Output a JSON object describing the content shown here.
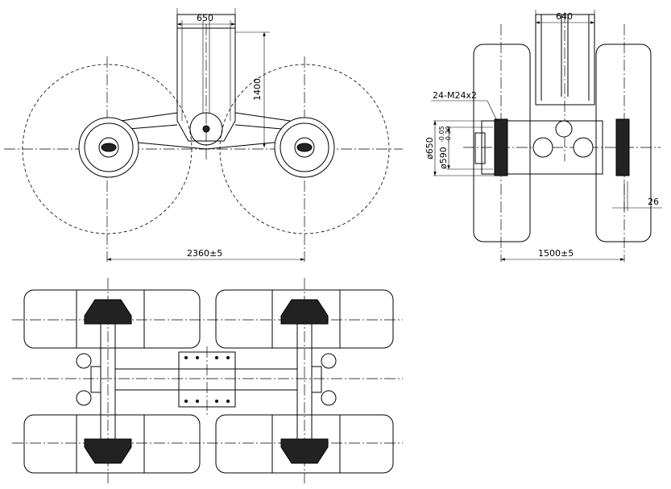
{
  "side_view": {
    "dim_width": "650",
    "dim_height": "1400",
    "dim_wheelbase": "2360±5"
  },
  "front_view": {
    "dim_width": "640",
    "dim_bolts": "24-M24x2",
    "dim_outer_dia": "ø650",
    "dim_pilot_dia": "ø590",
    "tol_upper": "-0.05",
    "tol_lower": "-0.20",
    "dim_track": "1500±5",
    "dim_offset": "26"
  }
}
